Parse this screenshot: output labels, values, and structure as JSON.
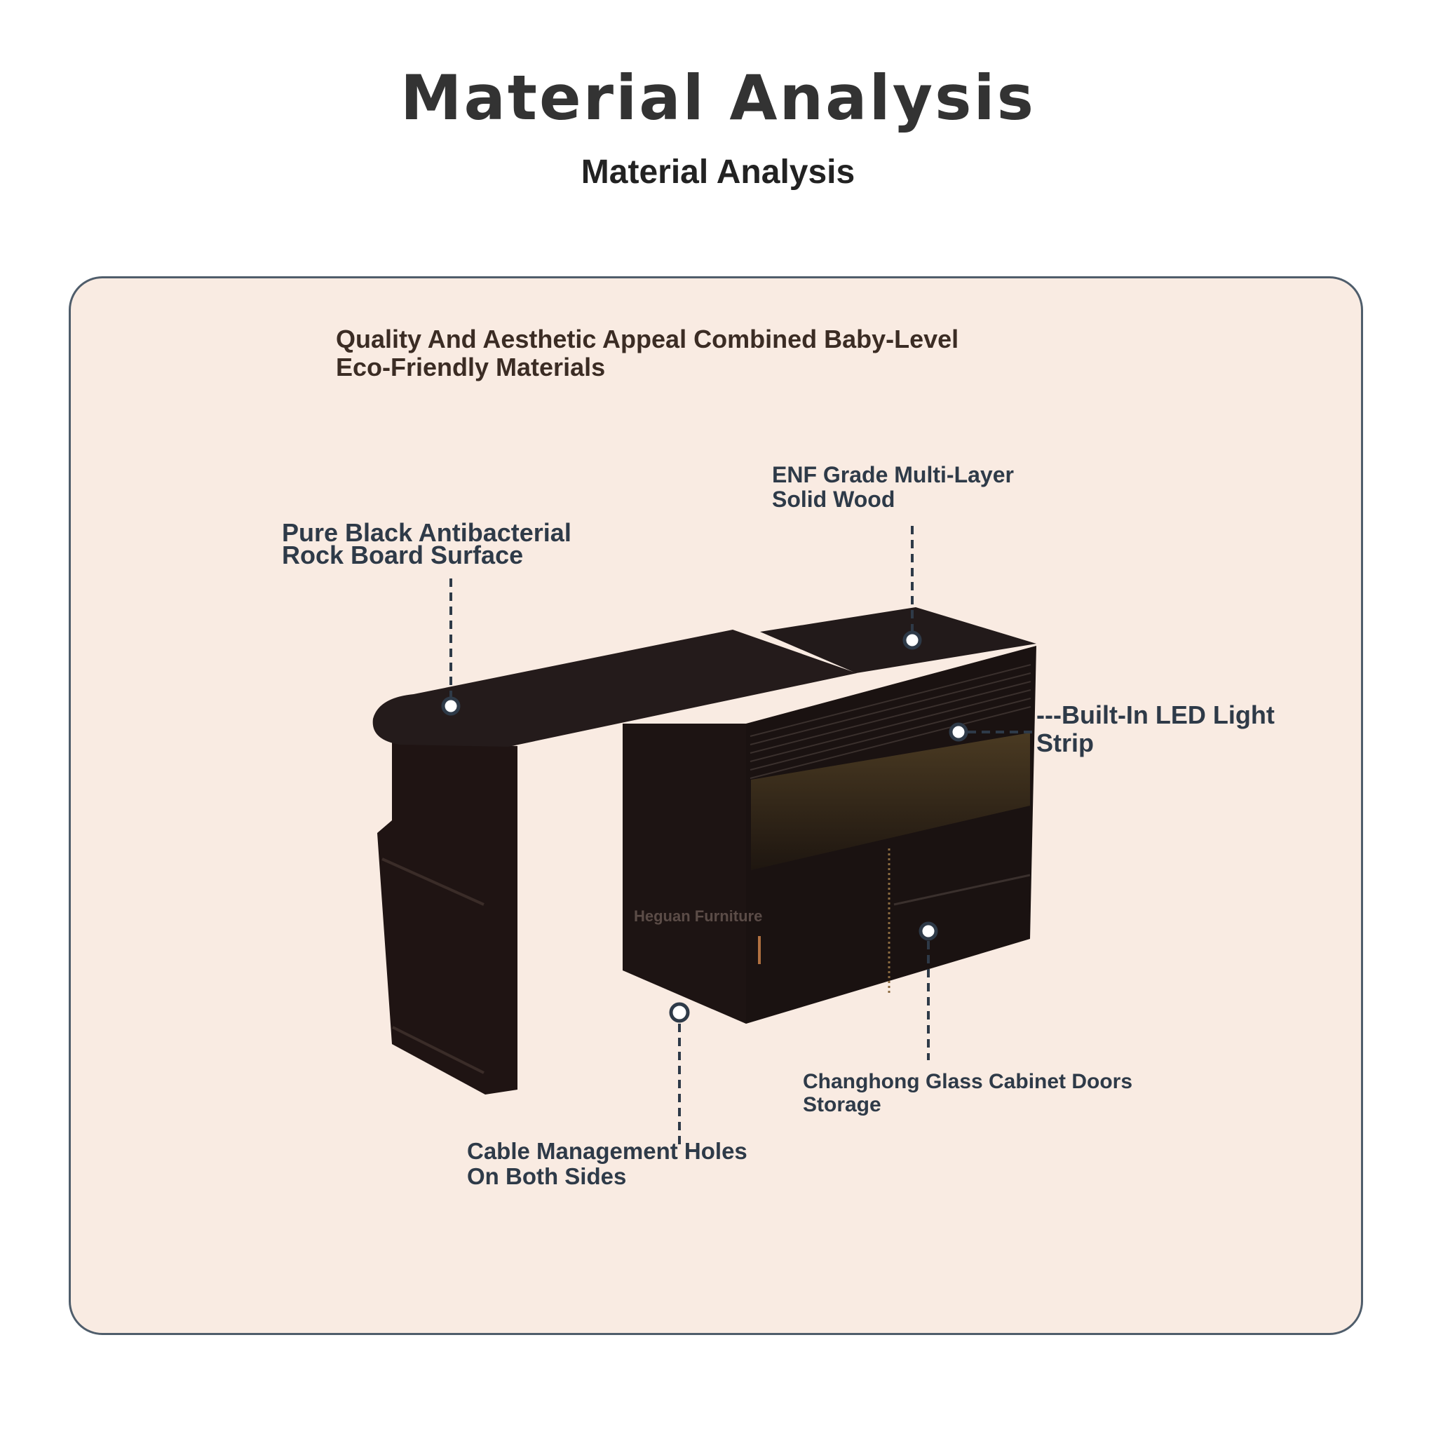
{
  "header": {
    "title": "Material Analysis",
    "subtitle": "Material Analysis"
  },
  "panel": {
    "heading": [
      "Quality And Aesthetic Appeal Combined Baby-Level",
      "Eco-Friendly Materials"
    ],
    "callouts": {
      "surface": [
        "Pure Black Antibacterial",
        "Rock Board Surface"
      ],
      "wood": [
        "ENF Grade Multi-Layer",
        "Solid Wood"
      ],
      "led": [
        "---Built-In LED Light",
        "Strip"
      ],
      "glass": [
        "Changhong Glass Cabinet Doors",
        "Storage"
      ],
      "cable": [
        "Cable Management Holes",
        "On Both Sides"
      ]
    },
    "watermark": "Heguan Furniture"
  },
  "colors": {
    "panel_bg": "#f9ebe2",
    "border": "#4f5d6b",
    "label": "#2e3a48",
    "furniture": "#1c1312"
  }
}
